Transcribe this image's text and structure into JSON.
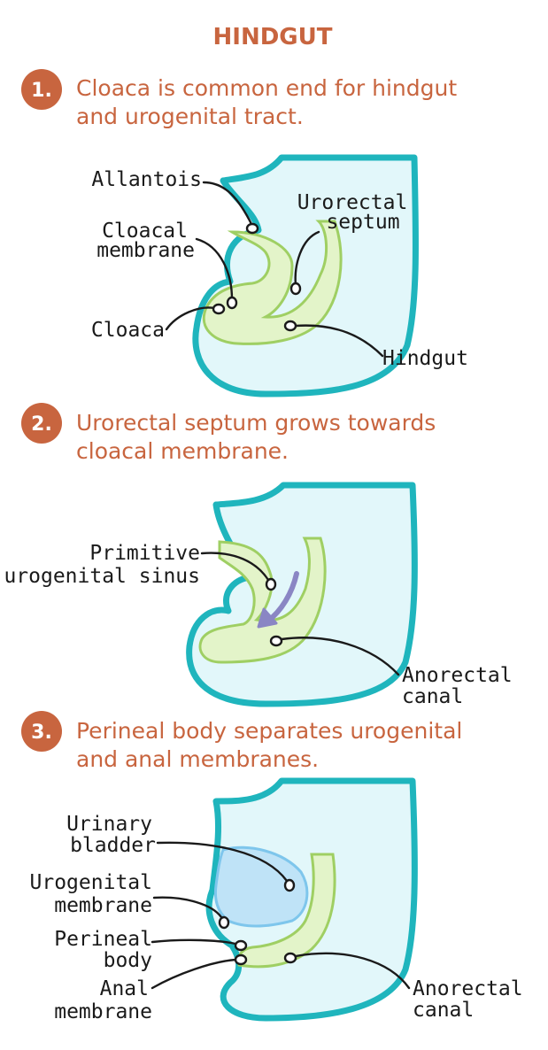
{
  "title": "HINDGUT",
  "colors": {
    "heading": "#c8653f",
    "badge": "#c8653f",
    "outline": "#1fb5bd",
    "body_fill": "#e2f7fa",
    "hindgut_fill": "#e3f4c9",
    "bladder_fill": "#bfe3f7",
    "arrow": "#8a86c4"
  },
  "steps": [
    {
      "number": "1.",
      "lines": [
        "Cloaca is common end for hindgut",
        "and urogenital tract."
      ],
      "labels": {
        "allantois": "Allantois",
        "urorectal_septum": [
          "Urorectal",
          "septum"
        ],
        "cloacal_membrane": [
          "Cloacal",
          "membrane"
        ],
        "cloaca": "Cloaca",
        "hindgut": "Hindgut"
      }
    },
    {
      "number": "2.",
      "lines": [
        "Urorectal septum grows towards",
        "cloacal membrane."
      ],
      "labels": {
        "primitive_urogenital_sinus": [
          "Primitive",
          "urogenital sinus"
        ],
        "anorectal_canal": [
          "Anorectal",
          "canal"
        ]
      }
    },
    {
      "number": "3.",
      "lines": [
        "Perineal body separates urogenital",
        "and anal membranes."
      ],
      "labels": {
        "urinary_bladder": [
          "Urinary",
          "bladder"
        ],
        "urogenital_membrane": [
          "Urogenital",
          "membrane"
        ],
        "perineal_body": [
          "Perineal",
          "body"
        ],
        "anal_membrane": [
          "Anal",
          "membrane"
        ],
        "anorectal_canal": [
          "Anorectal",
          "canal"
        ]
      }
    }
  ]
}
